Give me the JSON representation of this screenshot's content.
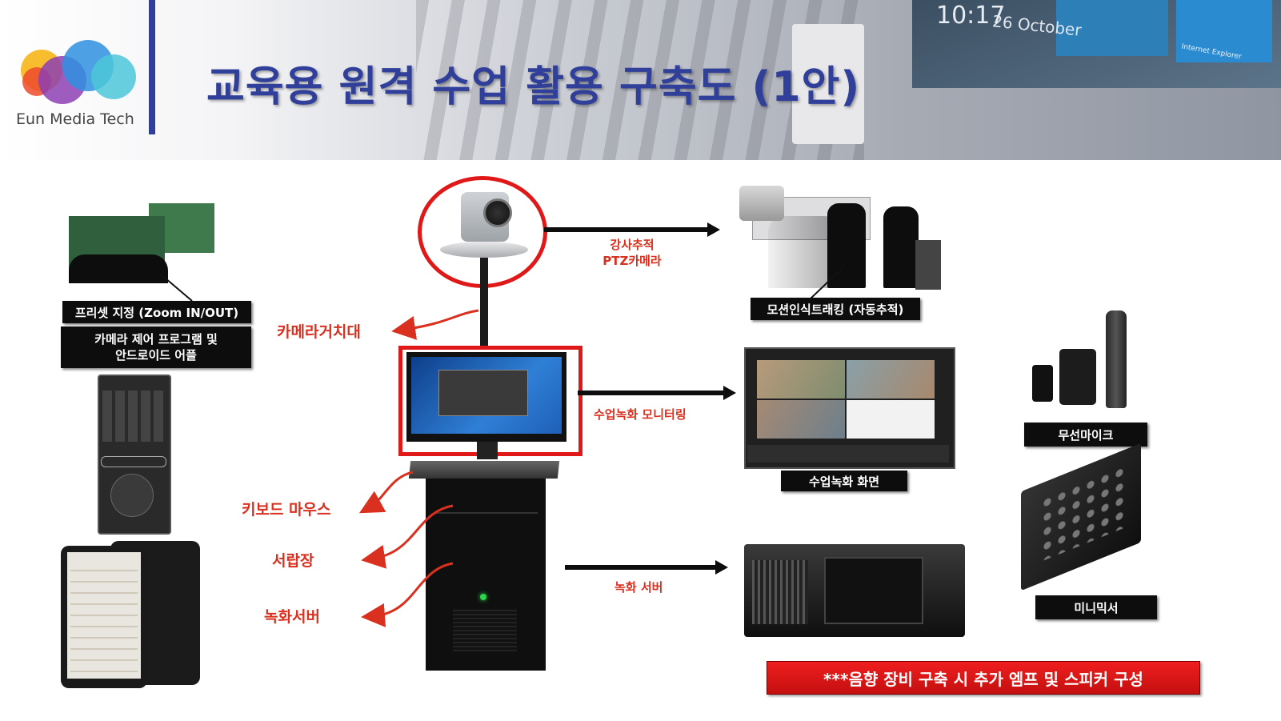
{
  "header": {
    "logo_text": "Eun Media Tech",
    "title": "교육용 원격 수업 활용  구축도 (1안)",
    "bg_clock": "10:17",
    "bg_date": "26 October",
    "bg_ie": "Internet Explorer"
  },
  "left": {
    "preset_label": "프리셋 지정 (Zoom IN/OUT)",
    "control_label_line1": "카메라 제어 프로그램 및",
    "control_label_line2": "안드로이드 어플"
  },
  "center": {
    "mount_label": "카메라거치대",
    "keyboard_label": "키보드 마우스",
    "drawer_label": "서랍장",
    "server_label": "녹화서버"
  },
  "arrows": {
    "ptz_line1": "강사추적",
    "ptz_line2": "PTZ카메라",
    "monitoring": "수업녹화 모니터링",
    "rec_server": "녹화 서버"
  },
  "right": {
    "tracking_label": "모션인식트래킹 (자동추적)",
    "rec_screen_label": "수업녹화 화면",
    "mic_label": "무선마이크",
    "mixer_label": "미니믹서",
    "banner": "***음향 장비 구축 시 추가 엠프 및 스피커 구성"
  },
  "colors": {
    "title": "#2f3f9a",
    "highlight_red": "#e01818",
    "label_red": "#d9301f",
    "label_black": "#0d0d0d"
  }
}
